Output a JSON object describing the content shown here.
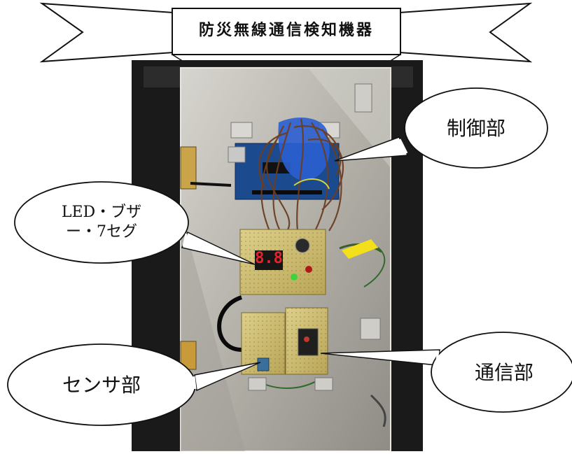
{
  "banner": {
    "title": "防災無線通信検知機器"
  },
  "callouts": {
    "control": "制御部",
    "led_line1": "LED・ブザ",
    "led_line2": "ー・7セグ",
    "sensor": "センサ部",
    "comm": "通信部"
  },
  "display": {
    "digits": "8.8"
  },
  "colors": {
    "case_dark": "#1b1b1b",
    "metal": "#b9b6ae",
    "pcb": "#cdbb6a",
    "arduino": "#1c4a8f",
    "seg_red": "#e3242b",
    "led_green": "#3cd43c",
    "led_red": "#b01818",
    "tape_yellow": "#f3e01a"
  }
}
